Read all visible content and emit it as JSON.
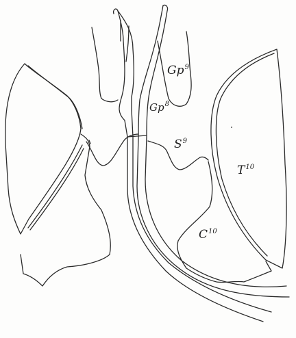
{
  "labels": {
    "gp9": {
      "base": "Gp",
      "sup": "9"
    },
    "gp8": {
      "base": "Gp",
      "sup": "8"
    },
    "s9": {
      "base": "S",
      "sup": "9"
    },
    "t10": {
      "base": "T",
      "sup": "10"
    },
    "c10": {
      "base": "C",
      "sup": "10"
    }
  },
  "colors": {
    "ink": "#2a2a2a",
    "paper": "#fdfdfc"
  }
}
